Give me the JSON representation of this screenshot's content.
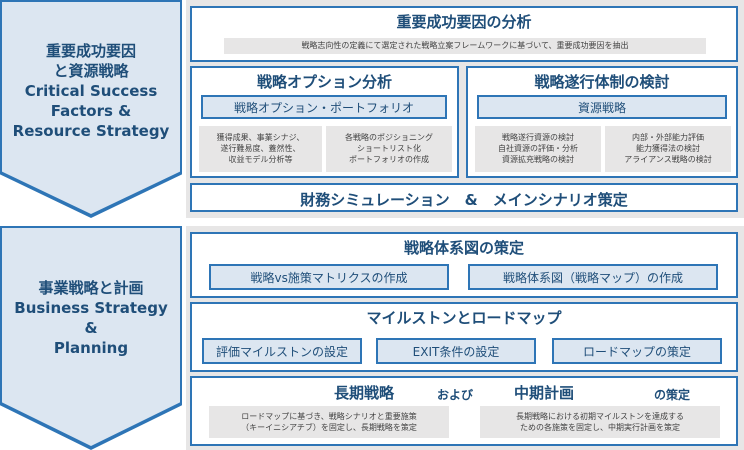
{
  "section1": {
    "chevron_lines": [
      "重要成功要因",
      "と資源戦略",
      "Critical Success",
      "Factors &",
      "Resource Strategy"
    ],
    "top_title": "重要成功要因の分析",
    "top_desc": "戦略志向性の定義にて選定された戦略立案フレームワークに基づいて、重要成功要因を抽出",
    "options": {
      "title": "戦略オプション分析",
      "pill": "戦略オプション・ポートフォリオ",
      "left_lines": [
        "獲得成果、事業シナジ、",
        "遂行難易度、蓋然性、",
        "収益モデル分析等"
      ],
      "right_lines": [
        "各戦略のポジショニング",
        "ショートリスト化",
        "ポートフォリオの作成"
      ]
    },
    "execution": {
      "title": "戦略遂行体制の検討",
      "pill": "資源戦略",
      "left_lines": [
        "戦略遂行資源の検討",
        "自社資源の評価・分析",
        "資源拡充戦略の検討"
      ],
      "right_lines": [
        "内部・外部能力評価",
        "能力獲得法の検討",
        "アライアンス戦略の検討"
      ]
    },
    "finance": "財務シミュレーション　&　メインシナリオ策定"
  },
  "section2": {
    "chevron_lines": [
      "事業戦略と計画",
      "Business Strategy",
      "&",
      "Planning"
    ],
    "system": {
      "title": "戦略体系図の策定",
      "pill_left": "戦略vs施策マトリクスの作成",
      "pill_right": "戦略体系図（戦略マップ）の作成"
    },
    "milestone": {
      "title": "マイルストンとロードマップ",
      "pills": [
        "評価マイルストンの設定",
        "EXIT条件の設定",
        "ロードマップの策定"
      ]
    },
    "longmid": {
      "long": "長期戦略",
      "and": "および",
      "mid": "中期計画",
      "suffix": "の策定",
      "left_lines": [
        "ロードマップに基づき、戦略シナリオと重要施策",
        "（キーイニシアチブ）を固定し、長期戦略を策定"
      ],
      "right_lines": [
        "長期戦略における初期マイルストンを達成する",
        "ための各施策を固定し、中期実行計画を策定"
      ]
    }
  }
}
